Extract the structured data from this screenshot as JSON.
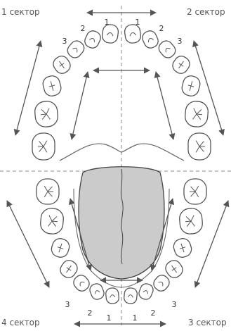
{
  "sectors": [
    "1 сектор",
    "2 сектор",
    "3 сектор",
    "4 сектор"
  ],
  "tooth_numbers": {
    "upper_left": [
      "1",
      "2",
      "3"
    ],
    "upper_right": [
      "1",
      "2",
      "3"
    ],
    "lower_left": [
      "1",
      "2",
      "3"
    ],
    "lower_right": [
      "1",
      "2",
      "3"
    ]
  },
  "colors": {
    "line": "#555555",
    "tongue_fill": "#cbcbcb",
    "guide_line": "#888888"
  }
}
